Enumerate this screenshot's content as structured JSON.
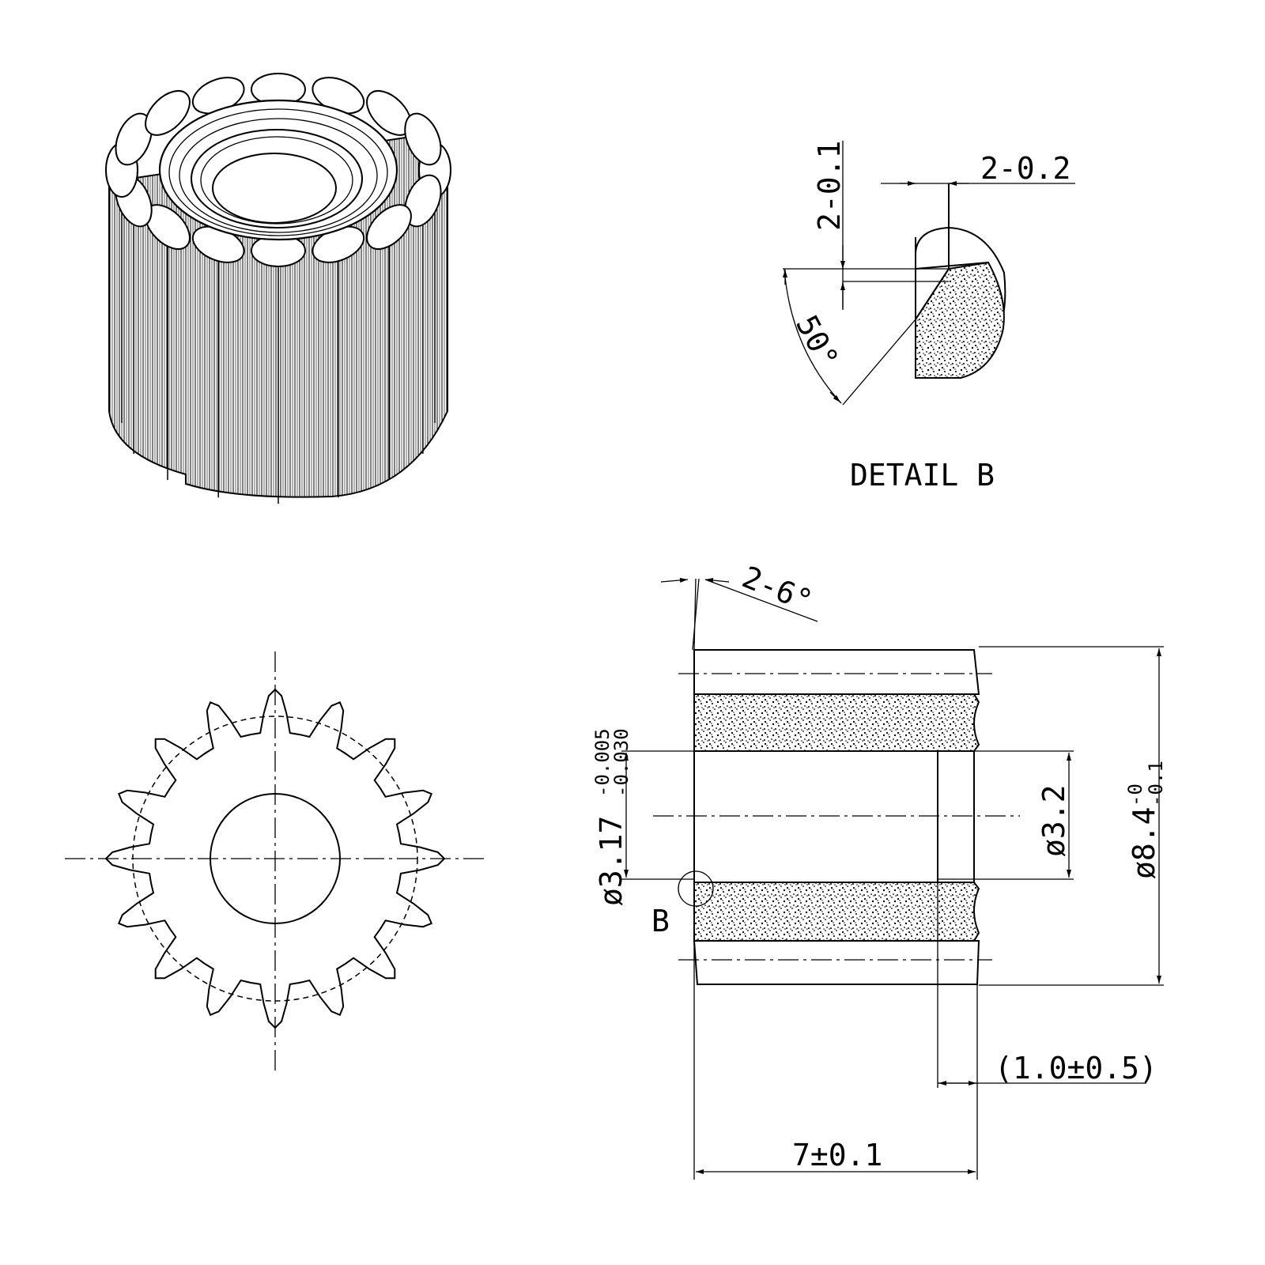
{
  "detail_view": {
    "caption": "DETAIL B",
    "dim_vertical": "2-0.1",
    "dim_horizontal": "2-0.2",
    "dim_angle": "50°"
  },
  "section_view": {
    "draft_angle": "2-6°",
    "bore_diameter": "ø3.17",
    "bore_tol_upper": "-0.005",
    "bore_tol_lower": "-0.030",
    "counterbore_diameter": "ø3.2",
    "outer_diameter": "ø8.4",
    "outer_tol_upper": "-0",
    "outer_tol_lower": "-0.1",
    "detail_ref": "B",
    "counterbore_depth": "(1.0±0.5)",
    "length": "7±0.1"
  },
  "front_view": {
    "teeth": 16
  }
}
